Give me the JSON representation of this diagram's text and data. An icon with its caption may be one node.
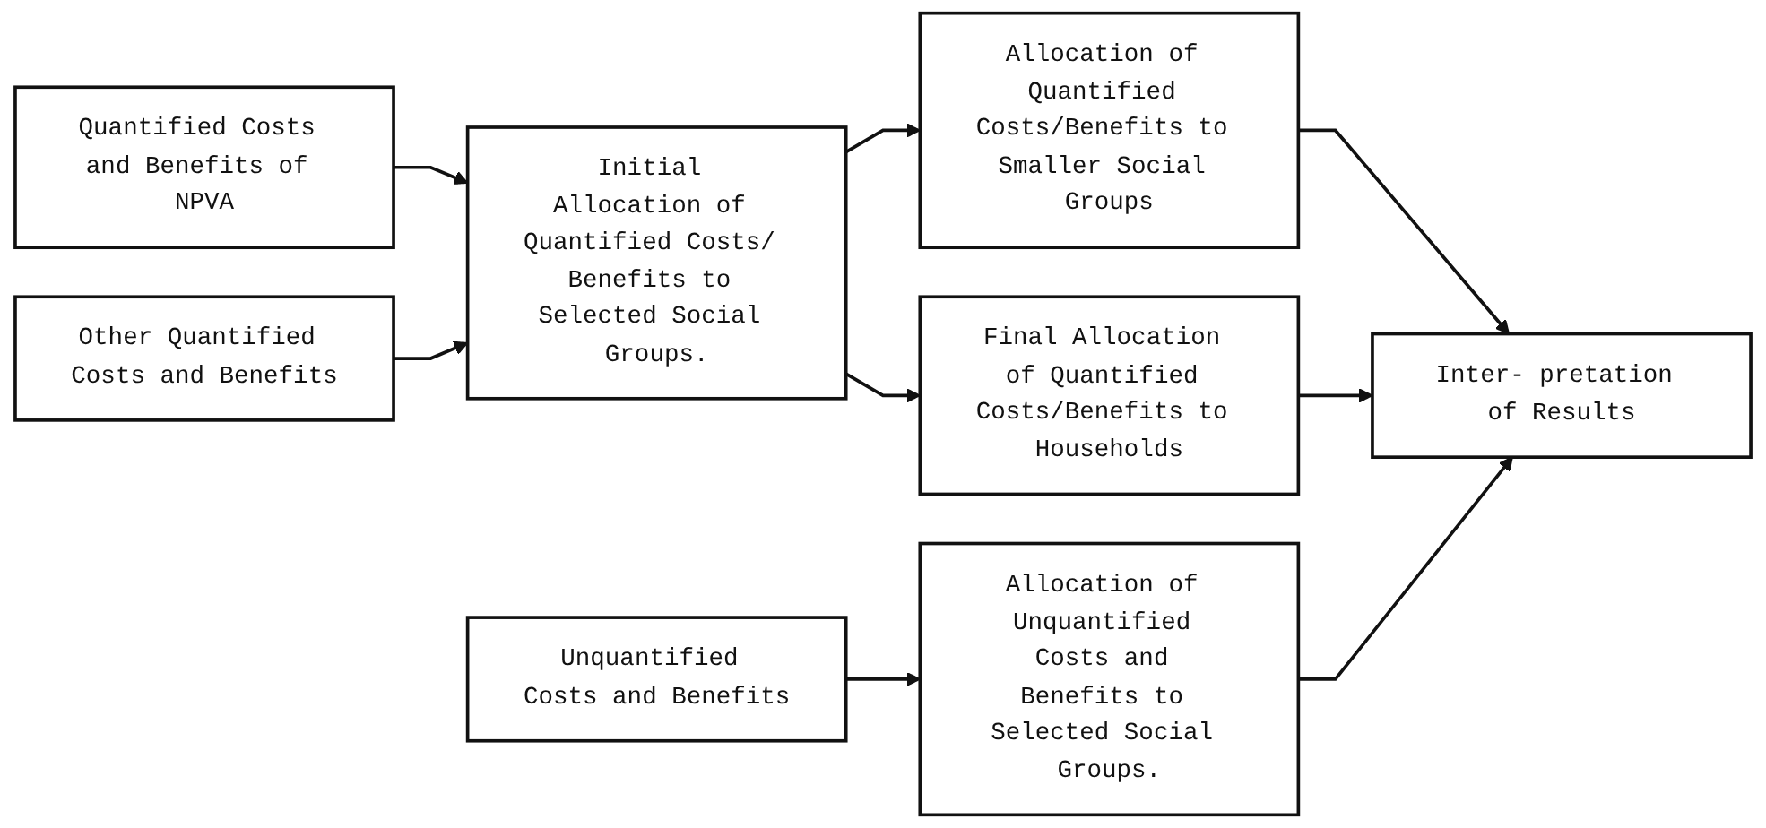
{
  "diagram": {
    "nodes": [
      {
        "text": [
          "Quantified Costs and Benefits of NPVA"
        ]
      },
      {
        "text": [
          "Other Quantified Costs and Benefits"
        ]
      },
      {
        "text": [
          "Initial Allocation of Quantified Costs/ Benefits to Selected Social Groups."
        ]
      },
      {
        "text": [
          "Allocation of Quantified Costs/Benefits to Smaller Social Groups"
        ]
      },
      {
        "text": [
          "Final Allocation of Quantified Costs/Benefits to Households"
        ]
      },
      {
        "text": [
          "Inter- pretation of Results"
        ]
      },
      {
        "text": [
          "Unquantified Costs and Benefits"
        ]
      },
      {
        "text": [
          "Allocation of Unquantified Costs and Benefits to Selected Social Groups."
        ]
      }
    ],
    "edges": [
      {
        "from": 0,
        "to": 2,
        "arrow": "to"
      },
      {
        "from": 1,
        "to": 2,
        "arrow": "to"
      },
      {
        "from": 2,
        "to": 3,
        "arrow": "to"
      },
      {
        "from": 2,
        "to": 4,
        "arrow": "to"
      },
      {
        "from": 3,
        "to": 5,
        "arrow": "to"
      },
      {
        "from": 4,
        "to": 5,
        "arrow": "to"
      },
      {
        "from": 6,
        "to": 7,
        "arrow": "to"
      },
      {
        "from": 7,
        "to": 5,
        "arrow": "to"
      }
    ]
  }
}
